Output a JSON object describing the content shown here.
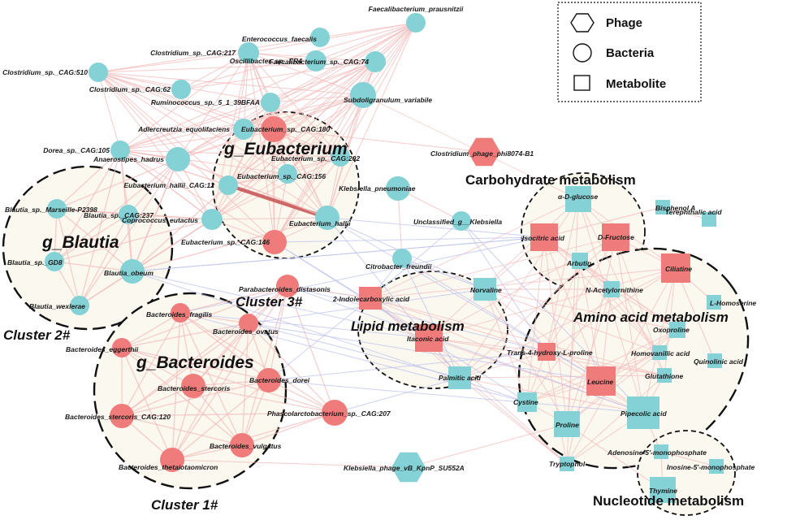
{
  "colors": {
    "teal": "#84d1d6",
    "red": "#f07b7b",
    "edge_pos": "#f3b9b9",
    "edge_neg": "#bcc2ec",
    "edge_strong": "#c95a5a",
    "region_fill": "#fbf8ef"
  },
  "legend": {
    "items": [
      {
        "shape": "hexagon-icon",
        "label": "Phage"
      },
      {
        "shape": "circle-icon",
        "label": "Bacteria"
      },
      {
        "shape": "square-icon",
        "label": "Metabolite"
      }
    ]
  },
  "regions": [
    {
      "id": "blautia",
      "genus": "g_Blautia",
      "cluster": "Cluster 2#"
    },
    {
      "id": "bacteroides",
      "genus": "g_Bacteroides",
      "cluster": "Cluster 1#"
    },
    {
      "id": "eubacterium",
      "genus": "g_Eubacterium",
      "cluster": "Cluster 3#"
    },
    {
      "id": "carb",
      "title": "Carbohydrate metabolism"
    },
    {
      "id": "lipid",
      "title": "Lipid metabolism"
    },
    {
      "id": "amino",
      "title": "Amino acid metabolism"
    },
    {
      "id": "nucleotide",
      "title": "Nucleotide metabolism"
    }
  ],
  "nodes": [
    {
      "id": "b1",
      "type": "bacteria",
      "color": "teal",
      "label": "Enterococcus_faecalis"
    },
    {
      "id": "b2",
      "type": "bacteria",
      "color": "teal",
      "label": "Faecalibacterium_prausnitzii"
    },
    {
      "id": "b3",
      "type": "bacteria",
      "color": "teal",
      "label": "Clostridium_sp._CAG:217"
    },
    {
      "id": "b4",
      "type": "bacteria",
      "color": "teal",
      "label": "Oscillibacter_sp._ER4"
    },
    {
      "id": "b5",
      "type": "bacteria",
      "color": "teal",
      "label": "Faecalibacterium_sp._CAG:74"
    },
    {
      "id": "b6",
      "type": "bacteria",
      "color": "teal",
      "label": "Clostridium_sp._CAG:510"
    },
    {
      "id": "b7",
      "type": "bacteria",
      "color": "teal",
      "label": "Clostridium_sp._CAG:62"
    },
    {
      "id": "b8",
      "type": "bacteria",
      "color": "teal",
      "label": "Ruminococcus_sp._5_1_39BFAA"
    },
    {
      "id": "b9",
      "type": "bacteria",
      "color": "teal",
      "label": "Subdoligranulum_variabile"
    },
    {
      "id": "b10",
      "type": "bacteria",
      "color": "teal",
      "label": "Adlercreutzia_equolifaciens"
    },
    {
      "id": "b11",
      "type": "bacteria",
      "color": "red",
      "label": "Eubacterium_sp._CAG:180"
    },
    {
      "id": "b12",
      "type": "bacteria",
      "color": "teal",
      "label": "Dorea_sp._CAG:105"
    },
    {
      "id": "b13",
      "type": "bacteria",
      "color": "teal",
      "label": "Anaerostipes_hadrus"
    },
    {
      "id": "b14",
      "type": "bacteria",
      "color": "teal",
      "label": "Eubacterium_sp._CAG:202"
    },
    {
      "id": "b15",
      "type": "bacteria",
      "color": "teal",
      "label": "Eubacterium_sp._CAG:156"
    },
    {
      "id": "b16",
      "type": "bacteria",
      "color": "teal",
      "label": "Eubacterium_hallii_CAG:12"
    },
    {
      "id": "b17",
      "type": "bacteria",
      "color": "teal",
      "label": "Eubacterium_hallii"
    },
    {
      "id": "b18",
      "type": "bacteria",
      "color": "teal",
      "label": "Coprococcus_eutactus"
    },
    {
      "id": "b19",
      "type": "bacteria",
      "color": "red",
      "label": "Eubacterium_sp._CAG:146"
    },
    {
      "id": "b20",
      "type": "bacteria",
      "color": "teal",
      "label": "Klebsiella_pneumoniae"
    },
    {
      "id": "b21",
      "type": "bacteria",
      "color": "teal",
      "label": "Unclassified_g__Klebsiella"
    },
    {
      "id": "b22",
      "type": "bacteria",
      "color": "teal",
      "label": "Citrobacter_freundii"
    },
    {
      "id": "b23",
      "type": "bacteria",
      "color": "teal",
      "label": "Blautia_sp._Marseille-P2398"
    },
    {
      "id": "b24",
      "type": "bacteria",
      "color": "teal",
      "label": "Blautia_sp._CAG:237"
    },
    {
      "id": "b25",
      "type": "bacteria",
      "color": "teal",
      "label": "Blautia_sp._GD8"
    },
    {
      "id": "b26",
      "type": "bacteria",
      "color": "teal",
      "label": "Blautia_obeum"
    },
    {
      "id": "b27",
      "type": "bacteria",
      "color": "teal",
      "label": "Blautia_wexlerae"
    },
    {
      "id": "b28",
      "type": "bacteria",
      "color": "red",
      "label": "Parabacteroides_distasonis"
    },
    {
      "id": "b29",
      "type": "bacteria",
      "color": "red",
      "label": "Bacteroides_fragilis"
    },
    {
      "id": "b30",
      "type": "bacteria",
      "color": "red",
      "label": "Bacteroides_ovatus"
    },
    {
      "id": "b31",
      "type": "bacteria",
      "color": "red",
      "label": "Bacteroides_eggerthii"
    },
    {
      "id": "b32",
      "type": "bacteria",
      "color": "red",
      "label": "Bacteroides_stercoris"
    },
    {
      "id": "b33",
      "type": "bacteria",
      "color": "red",
      "label": "Bacteroides_dorei"
    },
    {
      "id": "b34",
      "type": "bacteria",
      "color": "red",
      "label": "Bacteroides_stercoris_CAG:120"
    },
    {
      "id": "b35",
      "type": "bacteria",
      "color": "red",
      "label": "Phascolarctobacterium_sp._CAG:207"
    },
    {
      "id": "b36",
      "type": "bacteria",
      "color": "red",
      "label": "Bacteroides_vulgatus"
    },
    {
      "id": "b37",
      "type": "bacteria",
      "color": "red",
      "label": "Bacteroides_thetaiotaomicron"
    },
    {
      "id": "p1",
      "type": "phage",
      "color": "red",
      "label": "Clostridium_phage_phi8074-B1"
    },
    {
      "id": "p2",
      "type": "phage",
      "color": "teal",
      "label": "Klebsiella_phage_vB_KpnP_SU552A"
    },
    {
      "id": "m1",
      "type": "metabolite",
      "color": "teal",
      "label": "α-D-glucose"
    },
    {
      "id": "m2",
      "type": "metabolite",
      "color": "teal",
      "label": "Bisphenol A"
    },
    {
      "id": "m3",
      "type": "metabolite",
      "color": "teal",
      "label": "Terephthalic acid"
    },
    {
      "id": "m4",
      "type": "metabolite",
      "color": "red",
      "label": "Isocitric acid"
    },
    {
      "id": "m5",
      "type": "metabolite",
      "color": "red",
      "label": "D-Fructose"
    },
    {
      "id": "m6",
      "type": "metabolite",
      "color": "teal",
      "label": "Arbutin"
    },
    {
      "id": "m7",
      "type": "metabolite",
      "color": "red",
      "label": "Ciliatine"
    },
    {
      "id": "m8",
      "type": "metabolite",
      "color": "teal",
      "label": "N-Acetylornithine"
    },
    {
      "id": "m9",
      "type": "metabolite",
      "color": "teal",
      "label": "L-Homoserine"
    },
    {
      "id": "m10",
      "type": "metabolite",
      "color": "red",
      "label": "2-Indolecarboxylic acid"
    },
    {
      "id": "m11",
      "type": "metabolite",
      "color": "teal",
      "label": "Norvaline"
    },
    {
      "id": "m12",
      "type": "metabolite",
      "color": "red",
      "label": "Itaconic acid"
    },
    {
      "id": "m13",
      "type": "metabolite",
      "color": "teal",
      "label": "Oxoproline"
    },
    {
      "id": "m14",
      "type": "metabolite",
      "color": "red",
      "label": "Trans-4-hydroxy-L-proline"
    },
    {
      "id": "m15",
      "type": "metabolite",
      "color": "teal",
      "label": "Homovanillic acid"
    },
    {
      "id": "m16",
      "type": "metabolite",
      "color": "teal",
      "label": "Quinolinic acid"
    },
    {
      "id": "m17",
      "type": "metabolite",
      "color": "teal",
      "label": "Glutathione"
    },
    {
      "id": "m18",
      "type": "metabolite",
      "color": "red",
      "label": "Leucine"
    },
    {
      "id": "m19",
      "type": "metabolite",
      "color": "teal",
      "label": "Palmitic acid"
    },
    {
      "id": "m20",
      "type": "metabolite",
      "color": "teal",
      "label": "Cystine"
    },
    {
      "id": "m21",
      "type": "metabolite",
      "color": "teal",
      "label": "Pipecolic acid"
    },
    {
      "id": "m22",
      "type": "metabolite",
      "color": "teal",
      "label": "Proline"
    },
    {
      "id": "m23",
      "type": "metabolite",
      "color": "teal",
      "label": "Adenosine-5'-monophosphate"
    },
    {
      "id": "m24",
      "type": "metabolite",
      "color": "teal",
      "label": "Inosine-5'-monophosphate"
    },
    {
      "id": "m25",
      "type": "metabolite",
      "color": "teal",
      "label": "Tryptophol"
    },
    {
      "id": "m26",
      "type": "metabolite",
      "color": "teal",
      "label": "Thymine"
    }
  ]
}
